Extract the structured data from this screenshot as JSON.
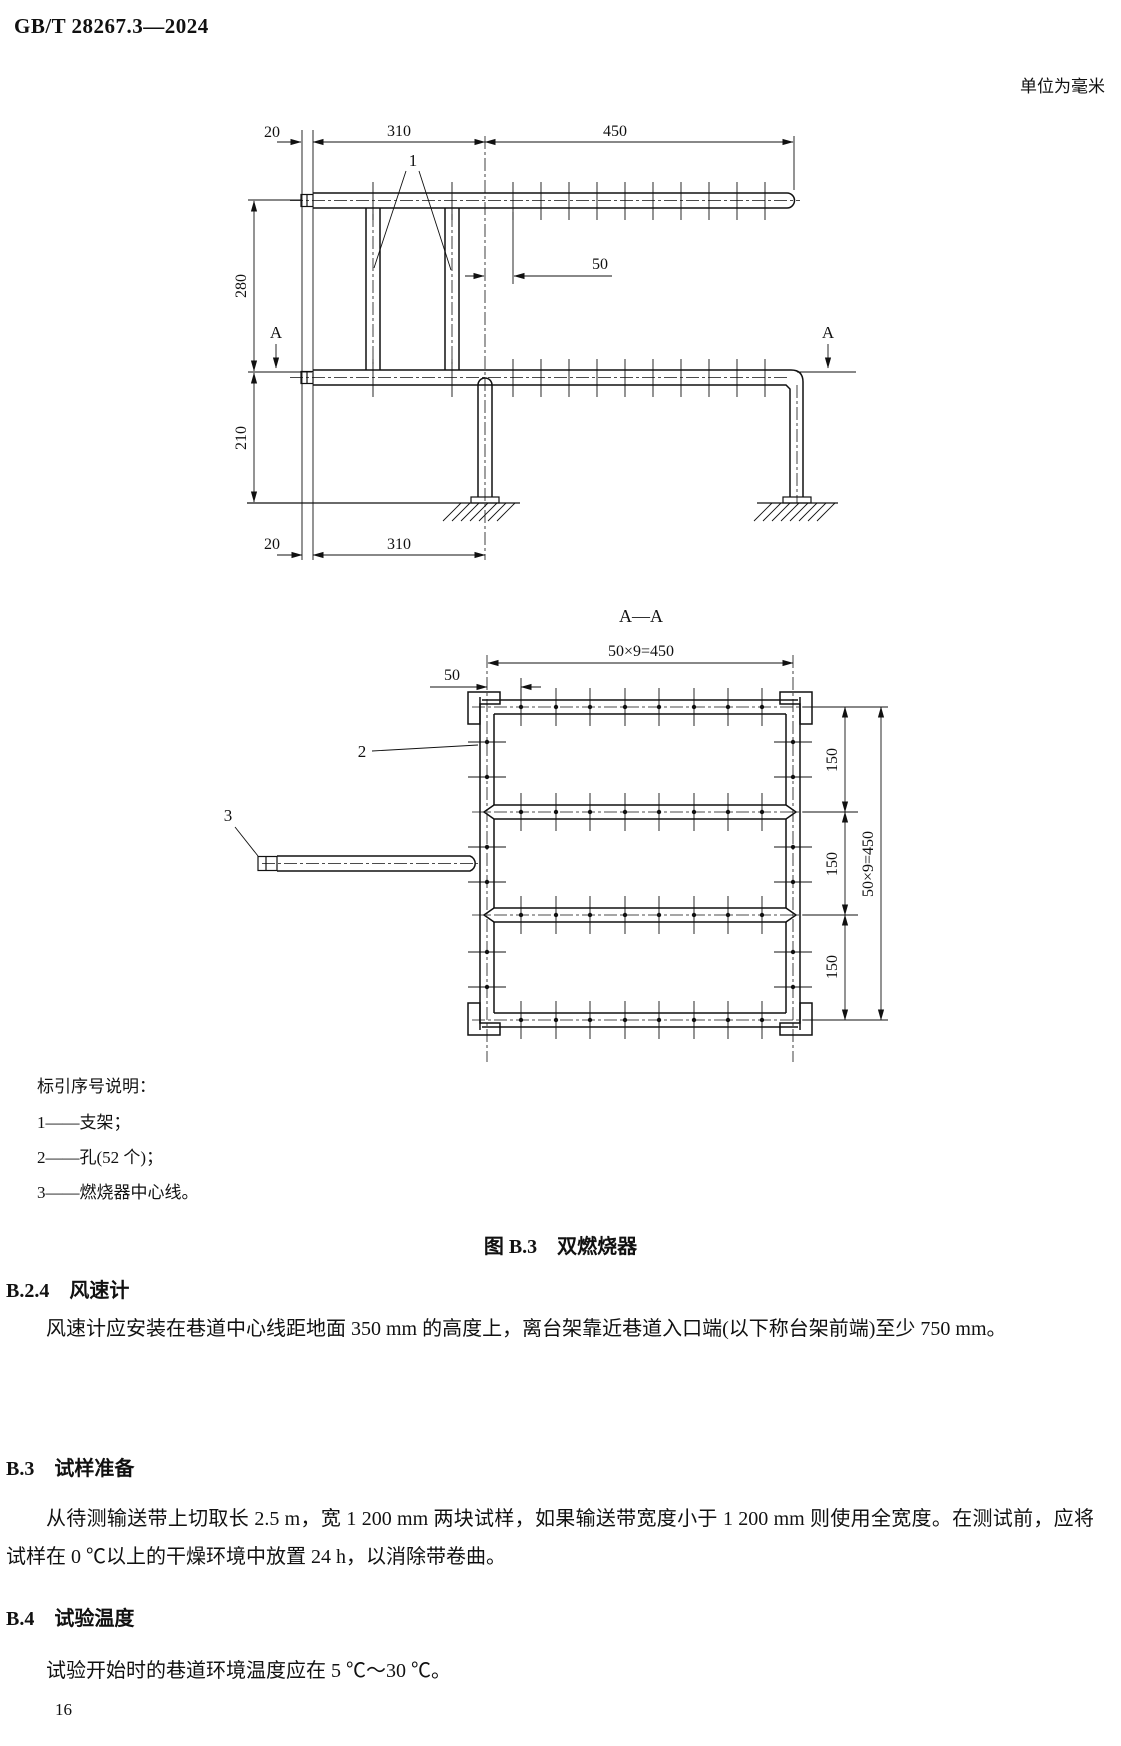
{
  "page": {
    "standard_code": "GB/T 28267.3—2024",
    "unit_note": "单位为毫米",
    "page_number": "16"
  },
  "figure": {
    "caption": "图 B.3　双燃烧器",
    "legend_title": "标引序号说明：",
    "legend_items": [
      "1——支架；",
      "2——孔(52 个)；",
      "3——燃烧器中心线。"
    ]
  },
  "drawing": {
    "front": {
      "dim_20": "20",
      "dim_310": "310",
      "dim_450": "450",
      "dim_50": "50",
      "dim_280": "280",
      "dim_210": "210",
      "callout_1": "1",
      "section_letter": "A"
    },
    "section": {
      "title": "A—A",
      "dim_total": "50×9=450",
      "dim_50": "50",
      "dim_150": "150",
      "callout_2": "2",
      "callout_3": "3"
    }
  },
  "sections": [
    {
      "heading": "B.2.4　风速计",
      "body": "风速计应安装在巷道中心线距地面 350 mm 的高度上，离台架靠近巷道入口端(以下称台架前端)至少 750 mm。"
    },
    {
      "heading": "B.3　试样准备",
      "body": "从待测输送带上切取长 2.5 m，宽 1 200 mm 两块试样，如果输送带宽度小于 1 200 mm 则使用全宽度。在测试前，应将试样在 0 ℃以上的干燥环境中放置 24 h，以消除带卷曲。"
    },
    {
      "heading": "B.4　试验温度",
      "body": "试验开始时的巷道环境温度应在 5 ℃～30 ℃。"
    }
  ]
}
